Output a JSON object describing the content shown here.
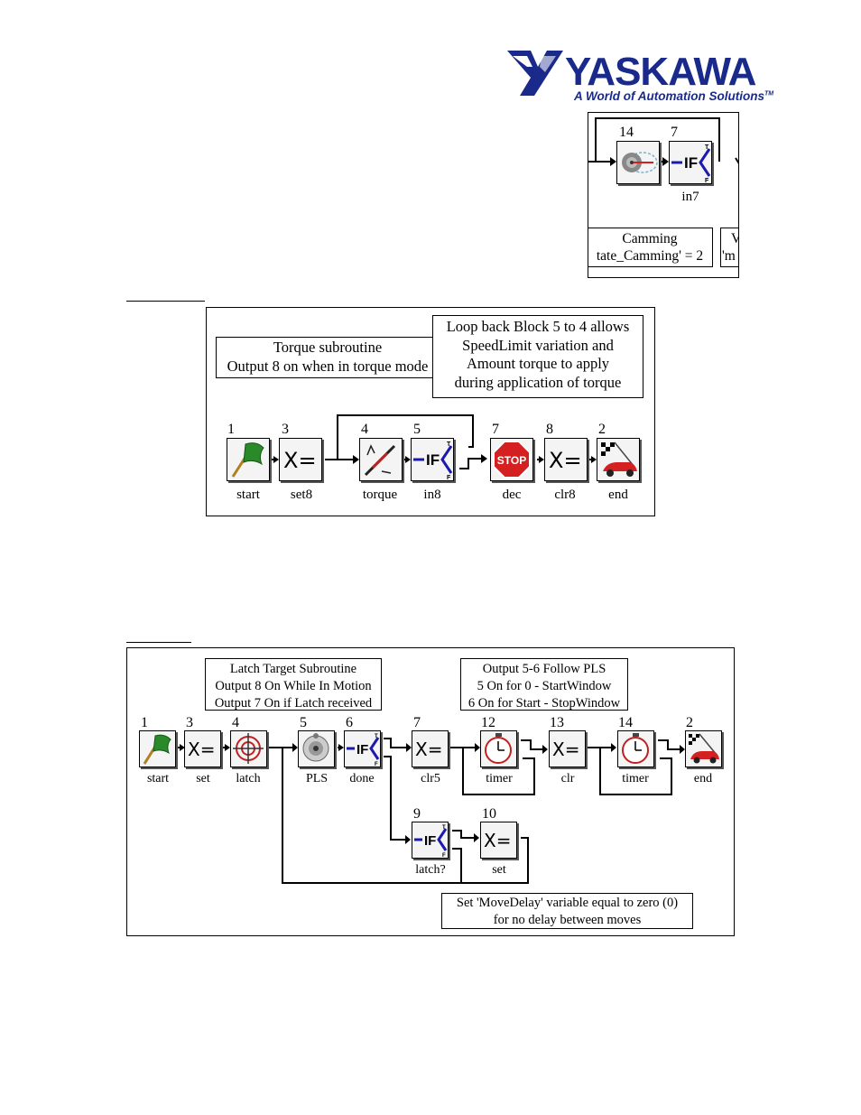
{
  "logo": {
    "word": "YASKAWA",
    "tagline": "A World of Automation Solutions",
    "tm": "TM"
  },
  "fragment": {
    "block_numbers": [
      "14",
      "7"
    ],
    "block_label": "in7",
    "note1": [
      "Camming",
      "tate_Camming' = 2"
    ],
    "note2": [
      "V",
      "'m"
    ]
  },
  "torque": {
    "notes": [
      [
        "Torque subroutine",
        "Output 8 on when in torque mode"
      ],
      [
        "Loop back Block 5 to 4 allows",
        "SpeedLimit variation and",
        "Amount torque to apply",
        "during application of torque"
      ]
    ],
    "blocks": [
      {
        "num": "1",
        "label": "start",
        "icon": "flag-icon"
      },
      {
        "num": "3",
        "label": "set8",
        "icon": "set-icon"
      },
      {
        "num": "4",
        "label": "torque",
        "icon": "torque-icon"
      },
      {
        "num": "5",
        "label": "in8",
        "icon": "if-icon"
      },
      {
        "num": "7",
        "label": "dec",
        "icon": "stop-icon"
      },
      {
        "num": "8",
        "label": "clr8",
        "icon": "set-icon"
      },
      {
        "num": "2",
        "label": "end",
        "icon": "race-car-icon"
      }
    ],
    "stop_text": "STOP"
  },
  "latch": {
    "notes": [
      [
        "Latch Target Subroutine",
        "Output 8 On While In Motion",
        "Output 7 On if Latch received"
      ],
      [
        "Output 5-6 Follow PLS",
        "5 On for 0 - StartWindow",
        "6 On for Start - StopWindow"
      ],
      [
        "Set 'MoveDelay' variable equal to zero (0)",
        "for no delay between moves"
      ]
    ],
    "blocks": [
      {
        "num": "1",
        "label": "start",
        "icon": "flag-icon"
      },
      {
        "num": "3",
        "label": "set",
        "icon": "set-icon"
      },
      {
        "num": "4",
        "label": "latch",
        "icon": "crosshair-icon"
      },
      {
        "num": "5",
        "label": "PLS",
        "icon": "pls-icon"
      },
      {
        "num": "6",
        "label": "done",
        "icon": "if-icon"
      },
      {
        "num": "7",
        "label": "clr5",
        "icon": "set-icon"
      },
      {
        "num": "12",
        "label": "timer",
        "icon": "timer-icon"
      },
      {
        "num": "13",
        "label": "clr",
        "icon": "set-icon"
      },
      {
        "num": "14",
        "label": "timer",
        "icon": "timer-icon"
      },
      {
        "num": "2",
        "label": "end",
        "icon": "race-car-icon"
      },
      {
        "num": "9",
        "label": "latch?",
        "icon": "if-icon"
      },
      {
        "num": "10",
        "label": "set",
        "icon": "set-icon"
      }
    ]
  },
  "icon_text": {
    "if": "IF",
    "set": "X=",
    "true_flag": "T",
    "false_flag": "F"
  },
  "colors": {
    "brand": "#1a2a8a",
    "stop": "#d42020",
    "flag": "#2a8a2a",
    "wire": "#000000",
    "if_blue": "#1a1ab0"
  }
}
